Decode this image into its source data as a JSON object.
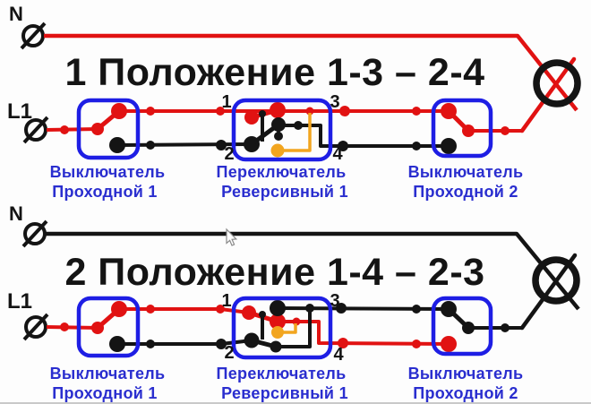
{
  "colors": {
    "live_wire": "#e11212",
    "off_wire": "#141414",
    "internal_link": "#f2a51f",
    "switch_box": "#1e1ee4",
    "switch_label": "#2a2ecf",
    "background": "#fdfdfd"
  },
  "position1": {
    "title": "1 Положение 1-3 – 2-4",
    "neutral_label": "N",
    "line_label": "L1",
    "terminals": {
      "t1": "1",
      "t2": "2",
      "t3": "3",
      "t4": "4"
    },
    "switch1": {
      "line1": "Выключатель",
      "line2": "Проходной 1"
    },
    "switch2": {
      "line1": "Переключатель",
      "line2": "Реверсивный 1"
    },
    "switch3": {
      "line1": "Выключатель",
      "line2": "Проходной 2"
    }
  },
  "position2": {
    "title": "2 Положение 1-4 – 2-3",
    "neutral_label": "N",
    "line_label": "L1",
    "terminals": {
      "t1": "1",
      "t2": "2",
      "t3": "3",
      "t4": "4"
    },
    "switch1": {
      "line1": "Выключатель",
      "line2": "Проходной 1"
    },
    "switch2": {
      "line1": "Переключатель",
      "line2": "Реверсивный 1"
    },
    "switch3": {
      "line1": "Выключатель",
      "line2": "Проходной 2"
    }
  }
}
